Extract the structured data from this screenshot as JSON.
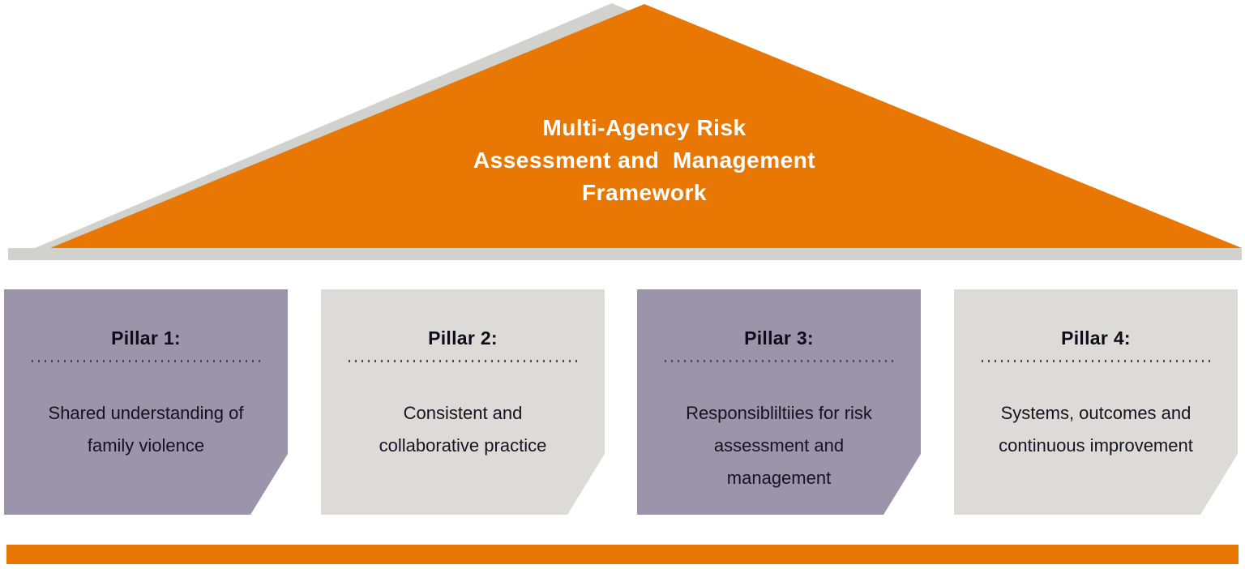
{
  "colors": {
    "orange": "#E87803",
    "purple": "#9B94AA",
    "light_gray": "#DCDBD7",
    "shadow_gray": "#D1D1CE",
    "title_text": "#FFFFFF",
    "body_text": "#16121F"
  },
  "roof": {
    "title": "Multi-Agency Risk\nAssessment and  Management\nFramework"
  },
  "pillars": [
    {
      "label": "Pillar 1:",
      "description": "Shared understanding of\nfamily violence",
      "variant": "purple"
    },
    {
      "label": "Pillar 2:",
      "description": "Consistent and\ncollaborative practice",
      "variant": "gray"
    },
    {
      "label": "Pillar 3:",
      "description": "Responsibliltiies for risk\nassessment and\nmanagement",
      "variant": "purple"
    },
    {
      "label": "Pillar 4:",
      "description": "Systems, outcomes and\ncontinuous improvement",
      "variant": "gray"
    }
  ]
}
